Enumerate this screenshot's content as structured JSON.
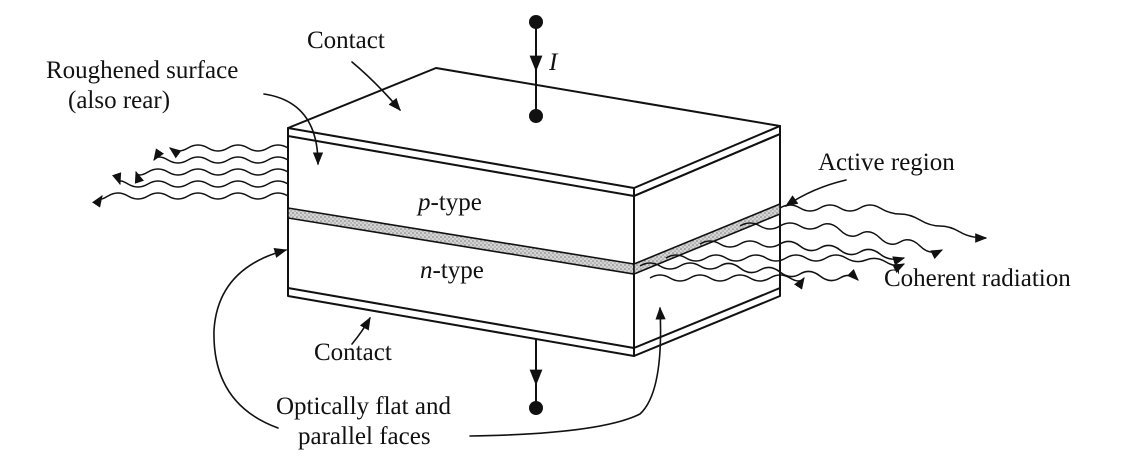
{
  "labels": {
    "contact_top": "Contact",
    "current": "I",
    "roughened_line1": "Roughened surface",
    "roughened_line2": "(also rear)",
    "p_type_italic": "p",
    "p_type_rest": "-type",
    "n_type_italic": "n",
    "n_type_rest": "-type",
    "active_region": "Active region",
    "coherent_radiation": "Coherent radiation",
    "contact_bottom": "Contact",
    "flat_line1": "Optically flat and",
    "flat_line2": "parallel faces"
  },
  "colors": {
    "ink": "#111111",
    "active_layer": "#c8c8c8",
    "background": "#ffffff"
  }
}
